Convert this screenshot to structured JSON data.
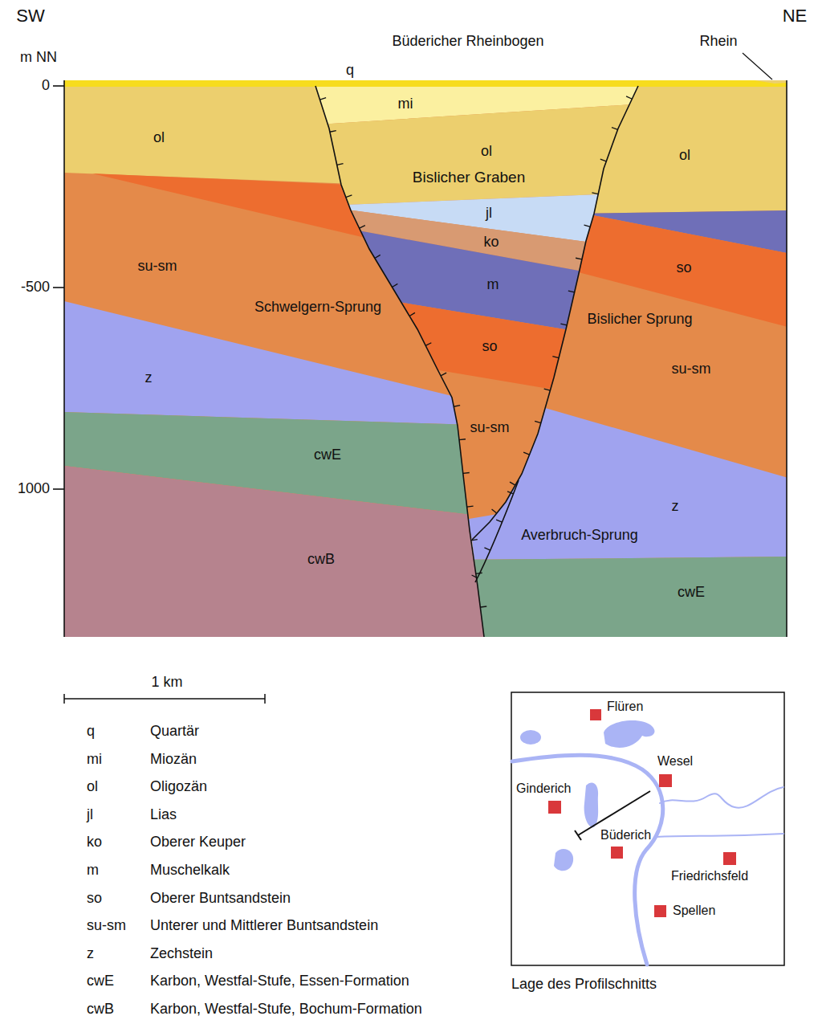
{
  "diagram": {
    "labels": [
      "SW",
      "NE",
      "m NN",
      "Büdericher Rheinbogen",
      "Rhein",
      "0",
      "-500",
      "1000",
      "q",
      "mi",
      "ol",
      "ol",
      "Bislicher Graben",
      "ol",
      "jl",
      "ko",
      "su-sm",
      "m",
      "so",
      "Schwelgern-Sprung",
      "so",
      "Bislicher Sprung",
      "su-sm",
      "z",
      "cwE",
      "su-sm",
      "z",
      "Averbruch-Sprung",
      "cwB",
      "cwE",
      "1 km",
      "q",
      "Quartär",
      "mi",
      "Miozän",
      "ol",
      "Oligozän",
      "jl",
      "Lias",
      "ko",
      "Oberer Keuper",
      "m",
      "Muschelkalk",
      "so",
      "Oberer Buntsandstein",
      "su-sm",
      "Unterer und Mittlerer Buntsandstein",
      "z",
      "Zechstein",
      "cwE",
      "Karbon, Westfal-Stufe, Essen-Formation",
      "cwB",
      "Karbon, Westfal-Stufe, Bochum-Formation",
      "Flüren",
      "Wesel",
      "Ginderich",
      "Büderich",
      "Friedrichsfeld",
      "Spellen",
      "Lage des Profilschnitts"
    ]
  }
}
